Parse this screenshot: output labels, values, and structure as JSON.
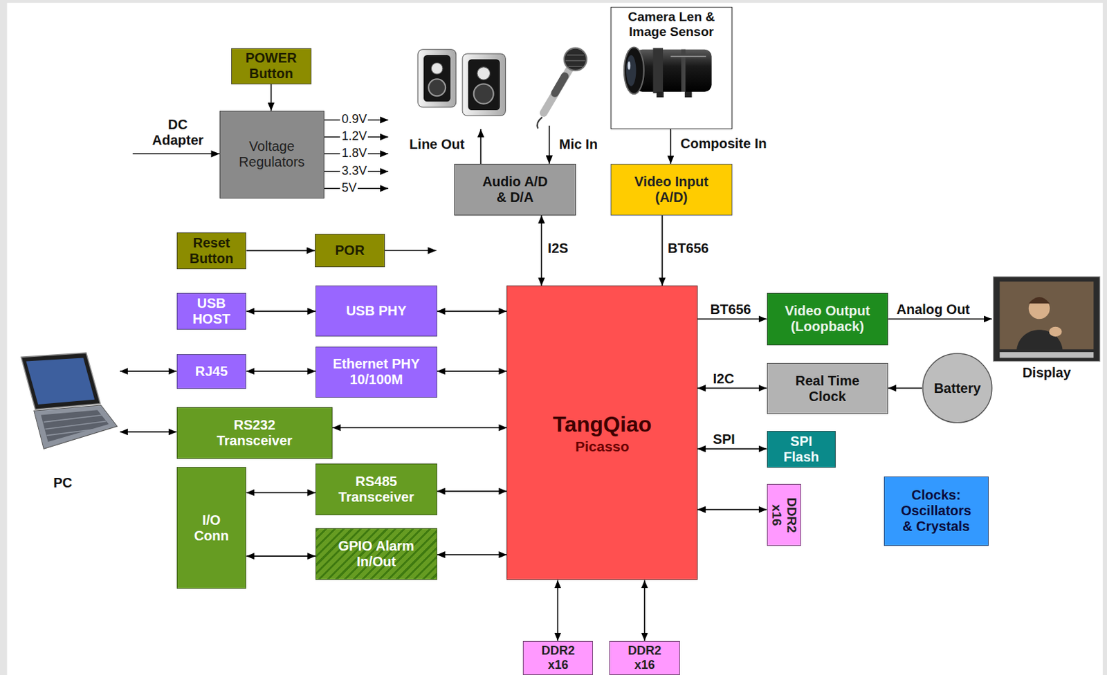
{
  "diagram": {
    "nodes": [
      {
        "text": [
          "Camera Len & Image Sensor"
        ]
      },
      {
        "text": [
          "POWER Button"
        ]
      },
      {
        "text": [
          "Voltage Regulators"
        ]
      },
      {
        "text": [
          "Audio A/D & D/A"
        ]
      },
      {
        "text": [
          "Video Input (A/D)"
        ]
      },
      {
        "text": [
          "Reset Button"
        ]
      },
      {
        "text": [
          "POR"
        ]
      },
      {
        "text": [
          "USB HOST"
        ]
      },
      {
        "text": [
          "USB PHY"
        ]
      },
      {
        "text": [
          "TangQiao",
          "Picasso"
        ]
      },
      {
        "text": [
          "Video Output (Loopback)"
        ]
      },
      {
        "text": [
          "Display"
        ]
      },
      {
        "text": [
          "PC"
        ]
      },
      {
        "text": [
          "RJ45"
        ]
      },
      {
        "text": [
          "Ethernet PHY 10/100M"
        ]
      },
      {
        "text": [
          "Real Time Clock"
        ]
      },
      {
        "text": [
          "Battery"
        ]
      },
      {
        "text": [
          "RS232 Transceiver"
        ]
      },
      {
        "text": [
          "SPI Flash"
        ]
      },
      {
        "text": [
          "I/O Conn"
        ]
      },
      {
        "text": [
          "RS485 Transceiver"
        ]
      },
      {
        "text": [
          "DDR2 x16"
        ]
      },
      {
        "text": [
          "Clocks: Oscillators & Crystals"
        ]
      },
      {
        "text": [
          "GPIO Alarm In/Out"
        ]
      },
      {
        "text": [
          "DDR2 x16"
        ]
      },
      {
        "text": [
          "DDR2 x16"
        ]
      }
    ],
    "edges": [
      {
        "from": 1,
        "to": 2,
        "arrow": "to"
      },
      {
        "from": 0,
        "to": 4,
        "label": "Composite In",
        "arrow": "to"
      },
      {
        "from": 3,
        "to": 9,
        "label": "I2S",
        "arrow": "both"
      },
      {
        "from": 4,
        "to": 9,
        "label": "BT656",
        "arrow": "to"
      },
      {
        "from": 5,
        "to": 6,
        "arrow": "to"
      },
      {
        "from": 7,
        "to": 8,
        "arrow": "both"
      },
      {
        "from": 8,
        "to": 9,
        "arrow": "both"
      },
      {
        "from": 9,
        "to": 10,
        "label": "BT656",
        "arrow": "to"
      },
      {
        "from": 10,
        "to": 11,
        "label": "Analog Out",
        "arrow": "to"
      },
      {
        "from": 12,
        "to": 13,
        "arrow": "both"
      },
      {
        "from": 13,
        "to": 14,
        "arrow": "both"
      },
      {
        "from": 14,
        "to": 9,
        "arrow": "both"
      },
      {
        "from": 9,
        "to": 15,
        "label": "I2C",
        "arrow": "both"
      },
      {
        "from": 16,
        "to": 15,
        "arrow": "to"
      },
      {
        "from": 12,
        "to": 17,
        "arrow": "both"
      },
      {
        "from": 17,
        "to": 9,
        "arrow": "both"
      },
      {
        "from": 9,
        "to": 18,
        "label": "SPI",
        "arrow": "both"
      },
      {
        "from": 19,
        "to": 20,
        "arrow": "both"
      },
      {
        "from": 20,
        "to": 9,
        "arrow": "both"
      },
      {
        "from": 9,
        "to": 21,
        "arrow": "both"
      },
      {
        "from": 19,
        "to": 23,
        "arrow": "both"
      },
      {
        "from": 23,
        "to": 9,
        "arrow": "both"
      },
      {
        "from": 9,
        "to": 24,
        "arrow": "both"
      },
      {
        "from": 9,
        "to": 25,
        "arrow": "both"
      }
    ],
    "labels": [
      "DC Adapter",
      "0.9V",
      "1.2V",
      "1.8V",
      "3.3V",
      "5V",
      "Line Out",
      "Mic In"
    ]
  }
}
